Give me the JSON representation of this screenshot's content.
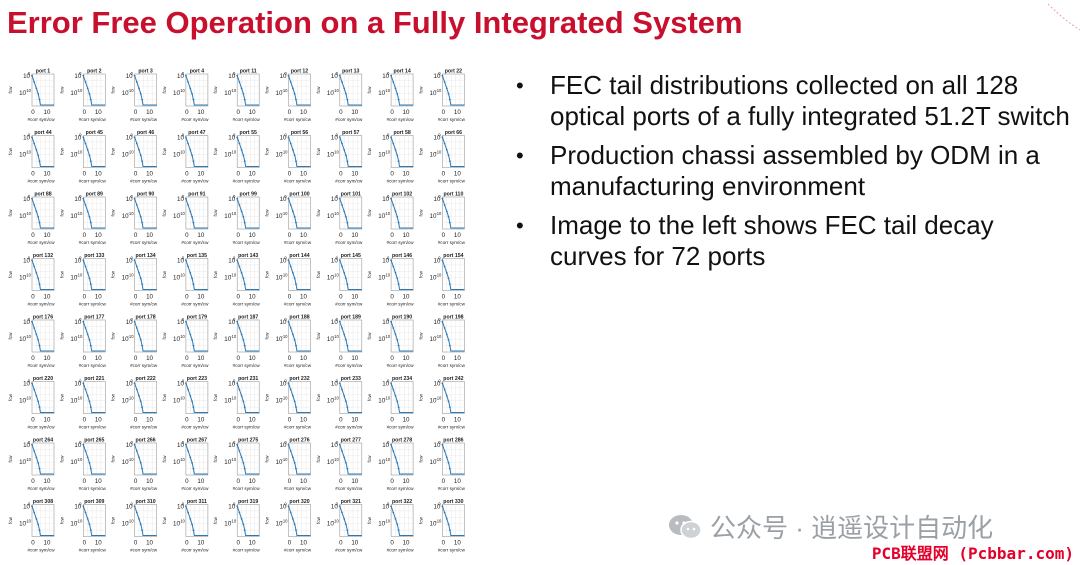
{
  "slide": {
    "title": "Error Free Operation on a Fully Integrated System",
    "bullets": [
      "FEC tail distributions collected on all 128 optical ports of a fully integrated 51.2T switch",
      "Production chassi assembled by ODM in a manufacturing environment",
      "Image to the left shows FEC tail decay curves for 72 ports"
    ]
  },
  "plot_grid": {
    "ylabel": "fcw",
    "xlabel": "#corr sym/cw",
    "ytick_top": "10",
    "ytick_top_exp": "0",
    "ytick_bottom": "10",
    "ytick_bottom_exp": "-10",
    "xticks": [
      "0",
      "10"
    ],
    "line_color": "#2a7ab8",
    "ports": [
      [
        "1",
        "2",
        "3",
        "4",
        "11",
        "12",
        "13",
        "14",
        "22"
      ],
      [
        "44",
        "45",
        "46",
        "47",
        "55",
        "56",
        "57",
        "58",
        "66"
      ],
      [
        "88",
        "89",
        "90",
        "91",
        "99",
        "100",
        "101",
        "102",
        "110"
      ],
      [
        "132",
        "133",
        "134",
        "135",
        "143",
        "144",
        "145",
        "146",
        "154"
      ],
      [
        "176",
        "177",
        "178",
        "179",
        "187",
        "188",
        "189",
        "190",
        "198"
      ],
      [
        "220",
        "221",
        "222",
        "223",
        "231",
        "232",
        "233",
        "234",
        "242"
      ],
      [
        "264",
        "265",
        "266",
        "267",
        "275",
        "276",
        "277",
        "278",
        "286"
      ],
      [
        "308",
        "309",
        "310",
        "311",
        "319",
        "320",
        "321",
        "322",
        "330"
      ]
    ]
  },
  "watermark": {
    "text": "公众号 · 逍遥设计自动化",
    "site": "PCB联盟网 (Pcbbar.com)"
  }
}
